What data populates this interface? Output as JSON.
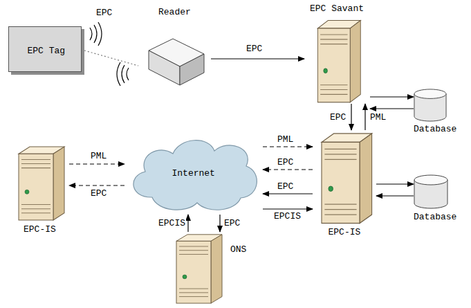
{
  "diagram": {
    "nodes": [
      {
        "text": [
          "EPC Tag"
        ]
      },
      {
        "text": [
          "Reader"
        ]
      },
      {
        "text": [
          "EPC Savant"
        ]
      },
      {
        "text": [
          "Database"
        ]
      },
      {
        "text": [
          "EPC-IS"
        ]
      },
      {
        "text": [
          "Internet"
        ]
      },
      {
        "text": [
          "EPC-IS"
        ]
      },
      {
        "text": [
          "Database"
        ]
      },
      {
        "text": [
          "ONS"
        ]
      }
    ],
    "edges": [
      {
        "from": 0,
        "to": 1,
        "label": "EPC",
        "arrow": "none"
      },
      {
        "from": 1,
        "to": 2,
        "label": "EPC",
        "arrow": "to"
      },
      {
        "from": 2,
        "to": 3,
        "arrow": "to"
      },
      {
        "from": 3,
        "to": 2,
        "arrow": "to"
      },
      {
        "from": 2,
        "to": 6,
        "label": "EPC",
        "arrow": "to"
      },
      {
        "from": 6,
        "to": 2,
        "label": "PML",
        "arrow": "to"
      },
      {
        "from": 6,
        "to": 7,
        "arrow": "to"
      },
      {
        "from": 7,
        "to": 6,
        "arrow": "to"
      },
      {
        "from": 4,
        "to": 5,
        "label": "PML",
        "arrow": "to"
      },
      {
        "from": 5,
        "to": 4,
        "label": "EPC",
        "arrow": "to"
      },
      {
        "from": 5,
        "to": 6,
        "label": "PML",
        "arrow": "to"
      },
      {
        "from": 6,
        "to": 5,
        "label": "EPC",
        "arrow": "to"
      },
      {
        "from": 6,
        "to": 5,
        "label": "EPC",
        "arrow": "to"
      },
      {
        "from": 5,
        "to": 6,
        "label": "EPCIS",
        "arrow": "to"
      },
      {
        "from": 8,
        "to": 5,
        "label": "EPCIS",
        "arrow": "to"
      },
      {
        "from": 5,
        "to": 8,
        "label": "EPC",
        "arrow": "to"
      }
    ]
  }
}
